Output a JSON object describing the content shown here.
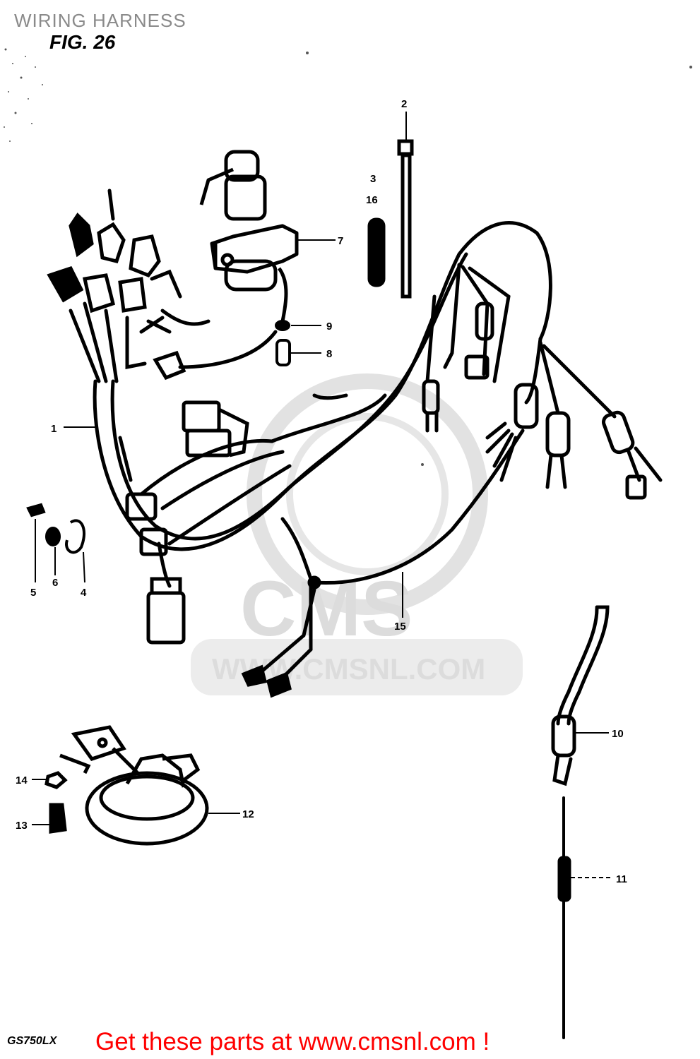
{
  "header": {
    "title": "WIRING HARNESS",
    "figure": "FIG. 26"
  },
  "watermark": {
    "logo_text": "CMS",
    "url_text": "WWW.CMSNL.COM"
  },
  "callouts": [
    {
      "id": "c1",
      "label": "1"
    },
    {
      "id": "c2",
      "label": "2"
    },
    {
      "id": "c3",
      "label": "3"
    },
    {
      "id": "c16",
      "label": "16"
    },
    {
      "id": "c4",
      "label": "4"
    },
    {
      "id": "c5",
      "label": "5"
    },
    {
      "id": "c6",
      "label": "6"
    },
    {
      "id": "c7",
      "label": "7"
    },
    {
      "id": "c8",
      "label": "8"
    },
    {
      "id": "c9",
      "label": "9"
    },
    {
      "id": "c10",
      "label": "10"
    },
    {
      "id": "c11",
      "label": "11"
    },
    {
      "id": "c12",
      "label": "12"
    },
    {
      "id": "c13",
      "label": "13"
    },
    {
      "id": "c14",
      "label": "14"
    },
    {
      "id": "c15",
      "label": "15"
    }
  ],
  "footer": {
    "model": "GS750LX",
    "cta_text": "Get these parts at www.cmsnl.com !"
  },
  "colors": {
    "title": "#8a8a8a",
    "ink": "#000000",
    "watermark": "#dcdcdc",
    "cta": "#ff0000"
  }
}
